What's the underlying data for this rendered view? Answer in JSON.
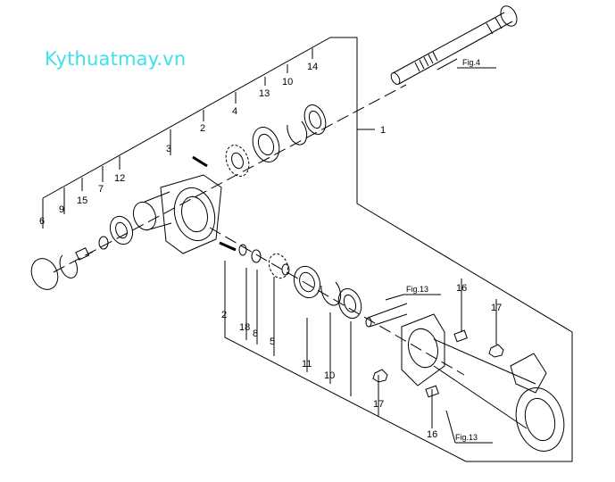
{
  "watermark": "Kythuatmay.vn",
  "figure_refs": {
    "top": "Fig.4",
    "middle": "Fig.13",
    "bottom": "Fig.13"
  },
  "callouts": {
    "c1": "1",
    "c2_top": "2",
    "c3": "3",
    "c4": "4",
    "c13_top": "13",
    "c10_top": "10",
    "c14": "14",
    "c12": "12",
    "c7": "7",
    "c15": "15",
    "c9": "9",
    "c6": "6",
    "c2_bottom": "2",
    "c18": "18",
    "c8": "8",
    "c5": "5",
    "c11": "11",
    "c10_bottom": "10",
    "c16_top": "16",
    "c17_top": "17",
    "c17_bottom": "17",
    "c16_bottom": "16"
  },
  "colors": {
    "line": "#000000",
    "watermark": "#3ee0ea",
    "background": "#ffffff"
  }
}
